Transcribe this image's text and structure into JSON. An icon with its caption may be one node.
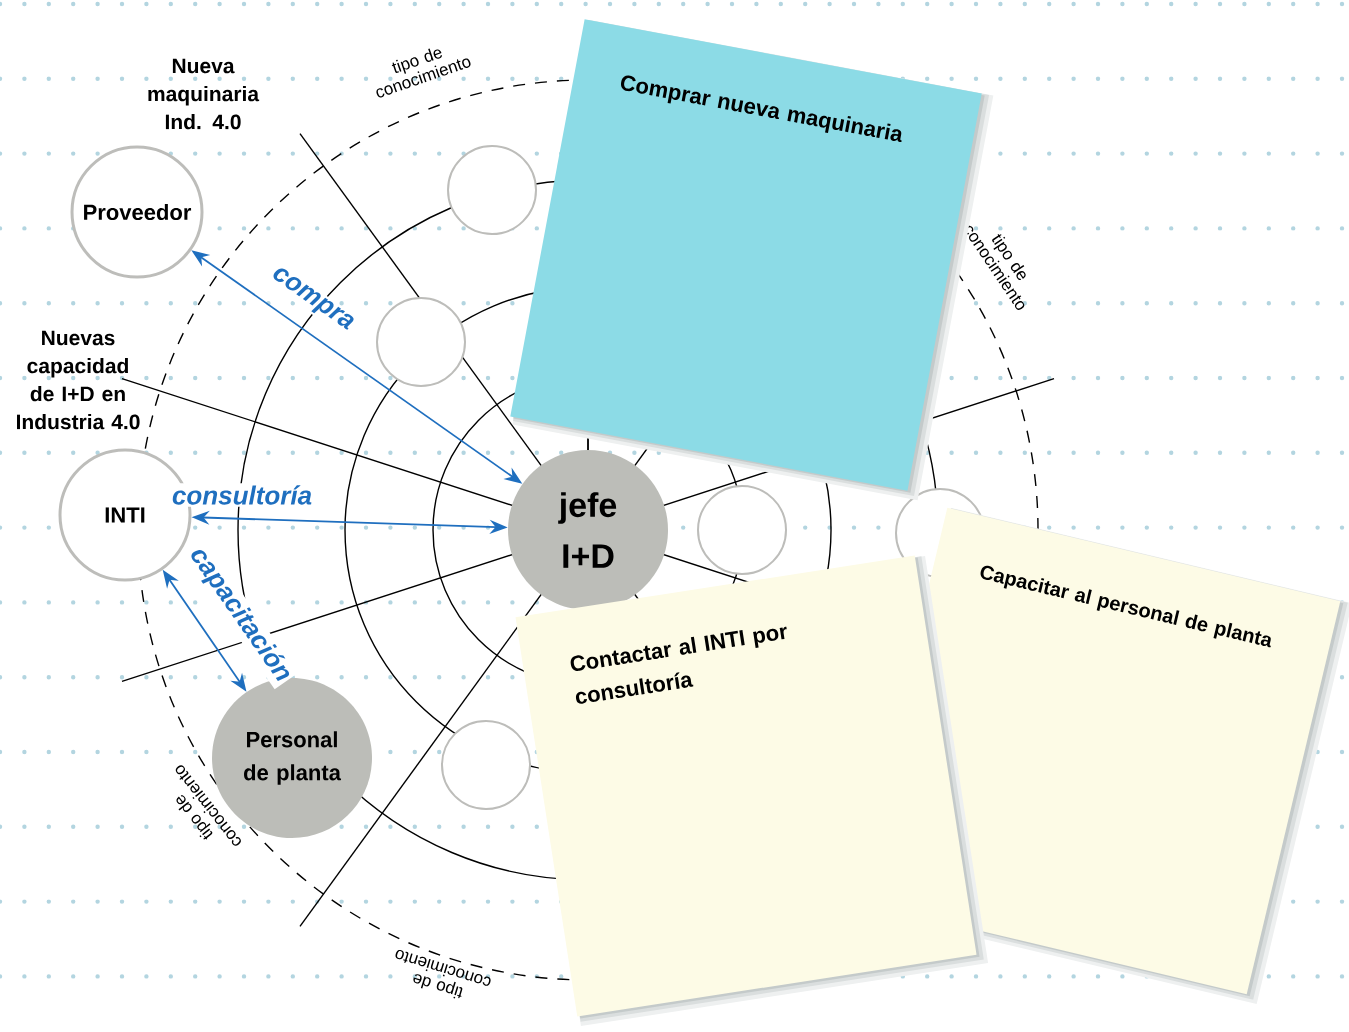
{
  "diagram": {
    "nodes": [
      {
        "text": [
          "Proveedor"
        ],
        "beside": [
          "Nueva maquinaria Ind. 4.0"
        ]
      },
      {
        "text": [
          "INTI"
        ],
        "beside": [
          "Nuevas capacidad de I+D en Industria 4.0"
        ]
      },
      {
        "text": [
          "Personal de planta"
        ]
      },
      {
        "text": [
          "jefe I+D"
        ]
      },
      {
        "text": [],
        "shape": "circle"
      },
      {
        "text": [],
        "shape": "circle"
      },
      {
        "text": [],
        "shape": "circle"
      },
      {
        "text": [],
        "shape": "circle"
      },
      {
        "text": [],
        "shape": "circle"
      },
      {
        "text": [
          "Comprar nueva maquinaria"
        ]
      },
      {
        "text": [
          "Contactar al INTI por consultoría"
        ]
      },
      {
        "text": [
          "Capacitar al personal de planta"
        ]
      }
    ],
    "edges": [
      {
        "from": 3,
        "to": 0,
        "arrow": "both",
        "label": "compra"
      },
      {
        "from": 1,
        "to": 3,
        "arrow": "both",
        "label": "consultoría"
      },
      {
        "from": 1,
        "to": 2,
        "arrow": "both",
        "label": "capacitación"
      }
    ],
    "labels": [
      "tipo de conocimiento",
      "tipo de conocimiento",
      "tipo de conocimiento",
      "tipo de conocimiento"
    ]
  }
}
